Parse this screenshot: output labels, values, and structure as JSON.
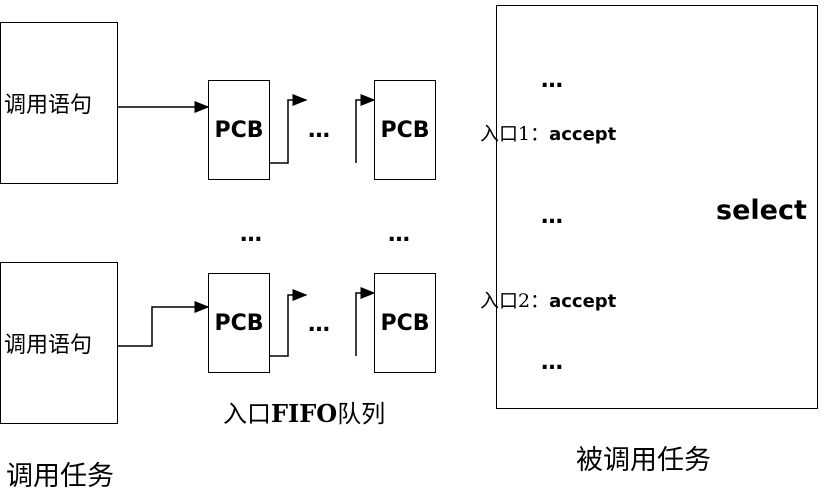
{
  "caller": {
    "stmt_top": "调用语句",
    "stmt_bottom": "调用语句",
    "caption": "调用任务"
  },
  "queue": {
    "pcb_label": "PCB",
    "ellipsis_row1": "…",
    "ellipsis_row2": "…",
    "ellipsis_mid_left": "…",
    "ellipsis_mid_right": "…",
    "caption_prefix": "入口",
    "caption_bold": "FIFO",
    "caption_suffix": "队列"
  },
  "callee": {
    "dots_top": "…",
    "entry1_prefix": "入口1：",
    "entry1_kw": "accept",
    "dots_mid": "…",
    "entry2_prefix": "入口2：",
    "entry2_kw": "accept",
    "dots_bottom": "…",
    "select_label": "select",
    "caption": "被调用任务"
  }
}
